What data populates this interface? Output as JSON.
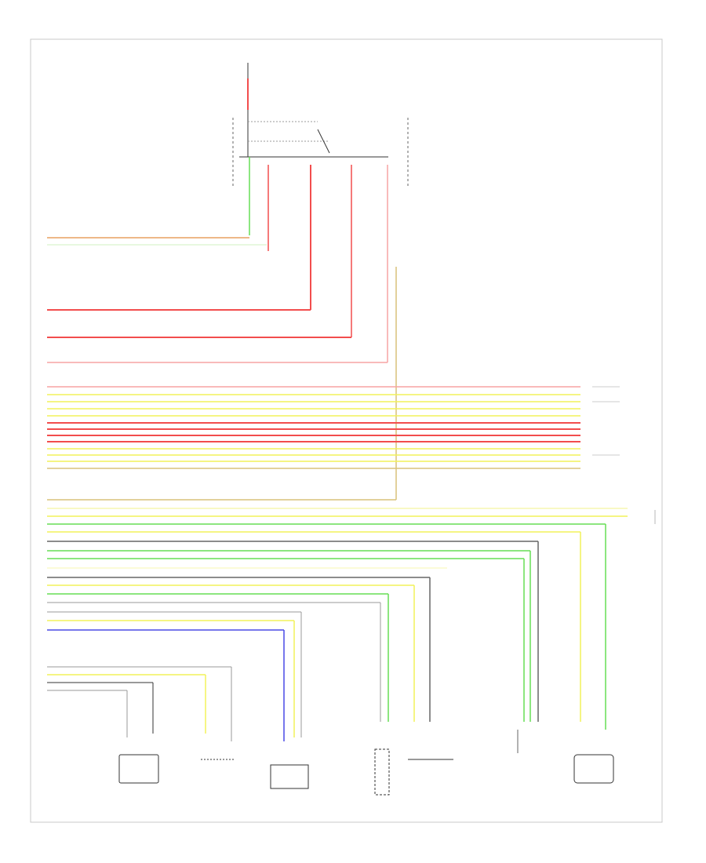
{
  "diagram": {
    "colors": {
      "frame": "#c8c8c8",
      "red": "#f24d4d",
      "pink": "#f7a3a3",
      "yellow": "#f2f25a",
      "pale_yellow": "#f7f7b0",
      "green": "#66dd55",
      "blue": "#4a4ae6",
      "gray": "#9a9a9a",
      "dark_gray": "#666666",
      "black": "#333333",
      "tan": "#d9c27a",
      "orange": "#e8a060"
    },
    "components": [
      {
        "id": "fuse-block",
        "label": ""
      },
      {
        "id": "ignition-relay",
        "label": ""
      },
      {
        "id": "module-1",
        "label": ""
      },
      {
        "id": "module-2",
        "label": ""
      },
      {
        "id": "module-3",
        "label": ""
      },
      {
        "id": "module-4",
        "label": ""
      },
      {
        "id": "module-5",
        "label": ""
      },
      {
        "id": "module-6",
        "label": ""
      }
    ],
    "page_mark": ""
  }
}
